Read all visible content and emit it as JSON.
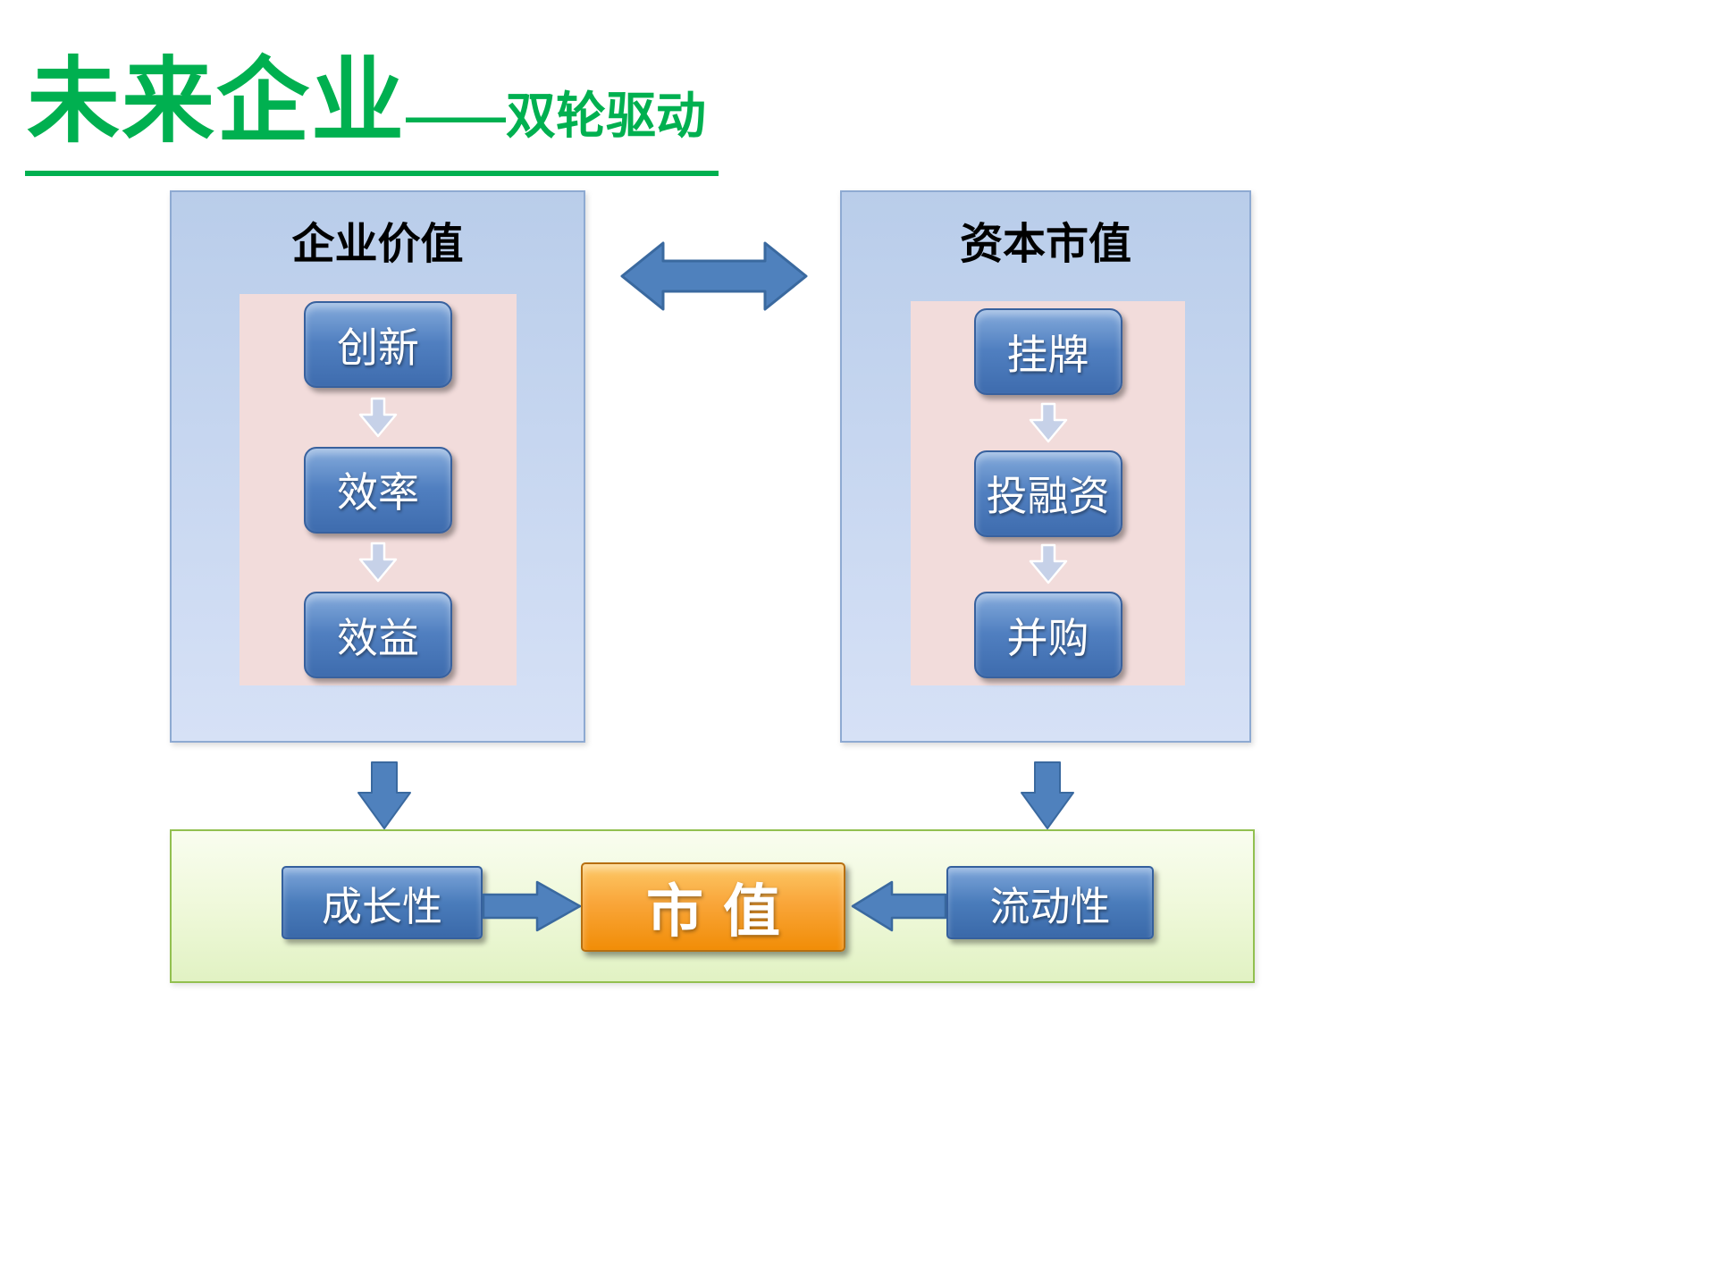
{
  "title": {
    "main": "未来企业",
    "sub": "——双轮驱动"
  },
  "left_panel": {
    "title": "企业价值",
    "steps": [
      "创新",
      "效率",
      "效益"
    ]
  },
  "right_panel": {
    "title": "资本市值",
    "steps": [
      "挂牌",
      "投融资",
      "并购"
    ]
  },
  "bottom": {
    "growth": "成长性",
    "market_value": "市值",
    "liquidity": "流动性"
  },
  "colors": {
    "accent_green": "#00B050",
    "steel_blue": "#4F81BD",
    "arrow_border": "#3A699F",
    "panel_blue": "#C6D9F1",
    "panel_pink": "#F2DCDB",
    "orange": "#F79646",
    "bottom_green_border": "#92C050"
  }
}
